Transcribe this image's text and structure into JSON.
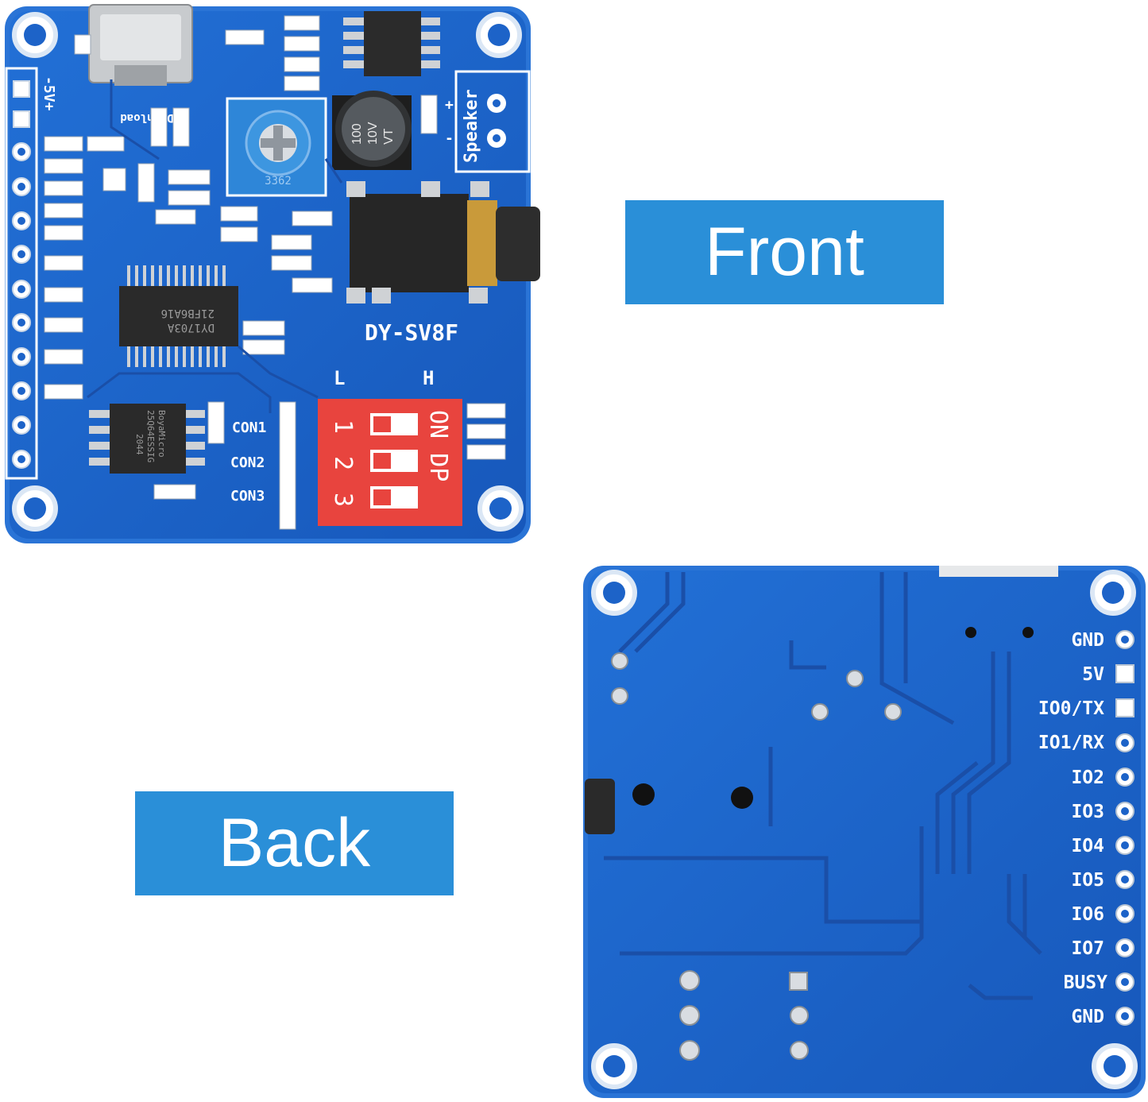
{
  "labels": {
    "front": "Front",
    "back": "Back"
  },
  "front_board": {
    "model": "DY-SV8F",
    "power_pins": "-5V+",
    "usb_label": "Download",
    "speaker_label": "Speaker",
    "speaker_plus": "+",
    "speaker_minus": "-",
    "potentiometer_code": "3362",
    "capacitor_text": [
      "100",
      "10V",
      "VT"
    ],
    "chip_text": [
      "DY1703A",
      "21FB6A16"
    ],
    "flash_text": [
      "BoyaMicro",
      "25Q64ESSIG",
      "2044"
    ],
    "switch_level_low": "L",
    "switch_level_high": "H",
    "switch_numbers": [
      "1",
      "2",
      "3"
    ],
    "switch_text": "ON DP",
    "con_labels": [
      "CON1",
      "CON2",
      "CON3"
    ]
  },
  "back_board": {
    "pin_labels": [
      "GND",
      "5V",
      "IO0/TX",
      "IO1/RX",
      "IO2",
      "IO3",
      "IO4",
      "IO5",
      "IO6",
      "IO7",
      "BUSY",
      "GND"
    ]
  },
  "colors": {
    "label_blue": "#2a8fd8",
    "pcb_blue": "#1d63c8",
    "pcb_edge": "#1a56b0",
    "switch_red": "#e8443e"
  }
}
